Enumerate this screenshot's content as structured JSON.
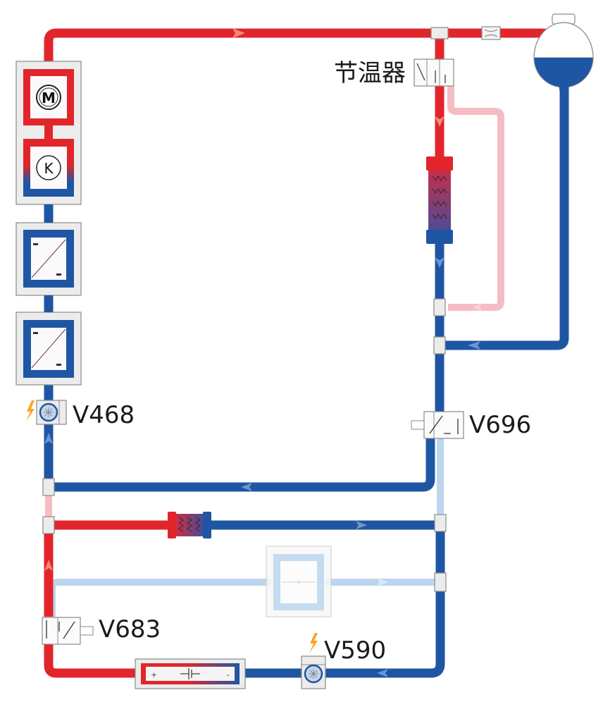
{
  "diagram": {
    "title": "Engine cooling circuit schematic",
    "colors": {
      "hot": "#e2252b",
      "cold": "#1f56a3",
      "hot_inactive": "#f6bcc4",
      "cold_inactive": "#bcd6ee",
      "electric": "#f5a623",
      "frame": "#ececec"
    },
    "labels": {
      "thermostat": "节温器",
      "v468": "V468",
      "v696": "V696",
      "v683": "V683",
      "v590": "V590"
    },
    "components": [
      {
        "id": "engine",
        "symbol": "M",
        "icon": "motor-icon"
      },
      {
        "id": "coolant-pump",
        "symbol": "K",
        "icon": "pump-icon"
      },
      {
        "id": "converter-1",
        "icon": "dc-ac-converter-icon"
      },
      {
        "id": "converter-2",
        "icon": "dc-ac-converter-icon"
      },
      {
        "id": "V468",
        "type": "electric pump",
        "icon": "electric-pump-icon"
      },
      {
        "id": "V696",
        "type": "switch valve",
        "icon": "valve-icon"
      },
      {
        "id": "V683",
        "type": "switch valve",
        "icon": "valve-icon"
      },
      {
        "id": "V590",
        "type": "electric pump",
        "icon": "electric-pump-icon"
      },
      {
        "id": "thermostat",
        "type": "thermostat valve",
        "icon": "thermostat-icon"
      },
      {
        "id": "radiator",
        "type": "heat exchanger",
        "icon": "radiator-icon"
      },
      {
        "id": "heat-exchanger",
        "type": "heat exchanger",
        "icon": "heat-exchanger-icon"
      },
      {
        "id": "battery",
        "type": "battery",
        "icon": "battery-icon"
      },
      {
        "id": "cooler",
        "type": "cooler",
        "icon": "cooler-icon"
      },
      {
        "id": "expansion-tank",
        "type": "reservoir",
        "icon": "expansion-tank-icon"
      },
      {
        "id": "restrictor",
        "type": "restrictor",
        "icon": "restrictor-icon"
      }
    ],
    "battery_symbols": {
      "plus": "+",
      "minus": "-"
    }
  }
}
